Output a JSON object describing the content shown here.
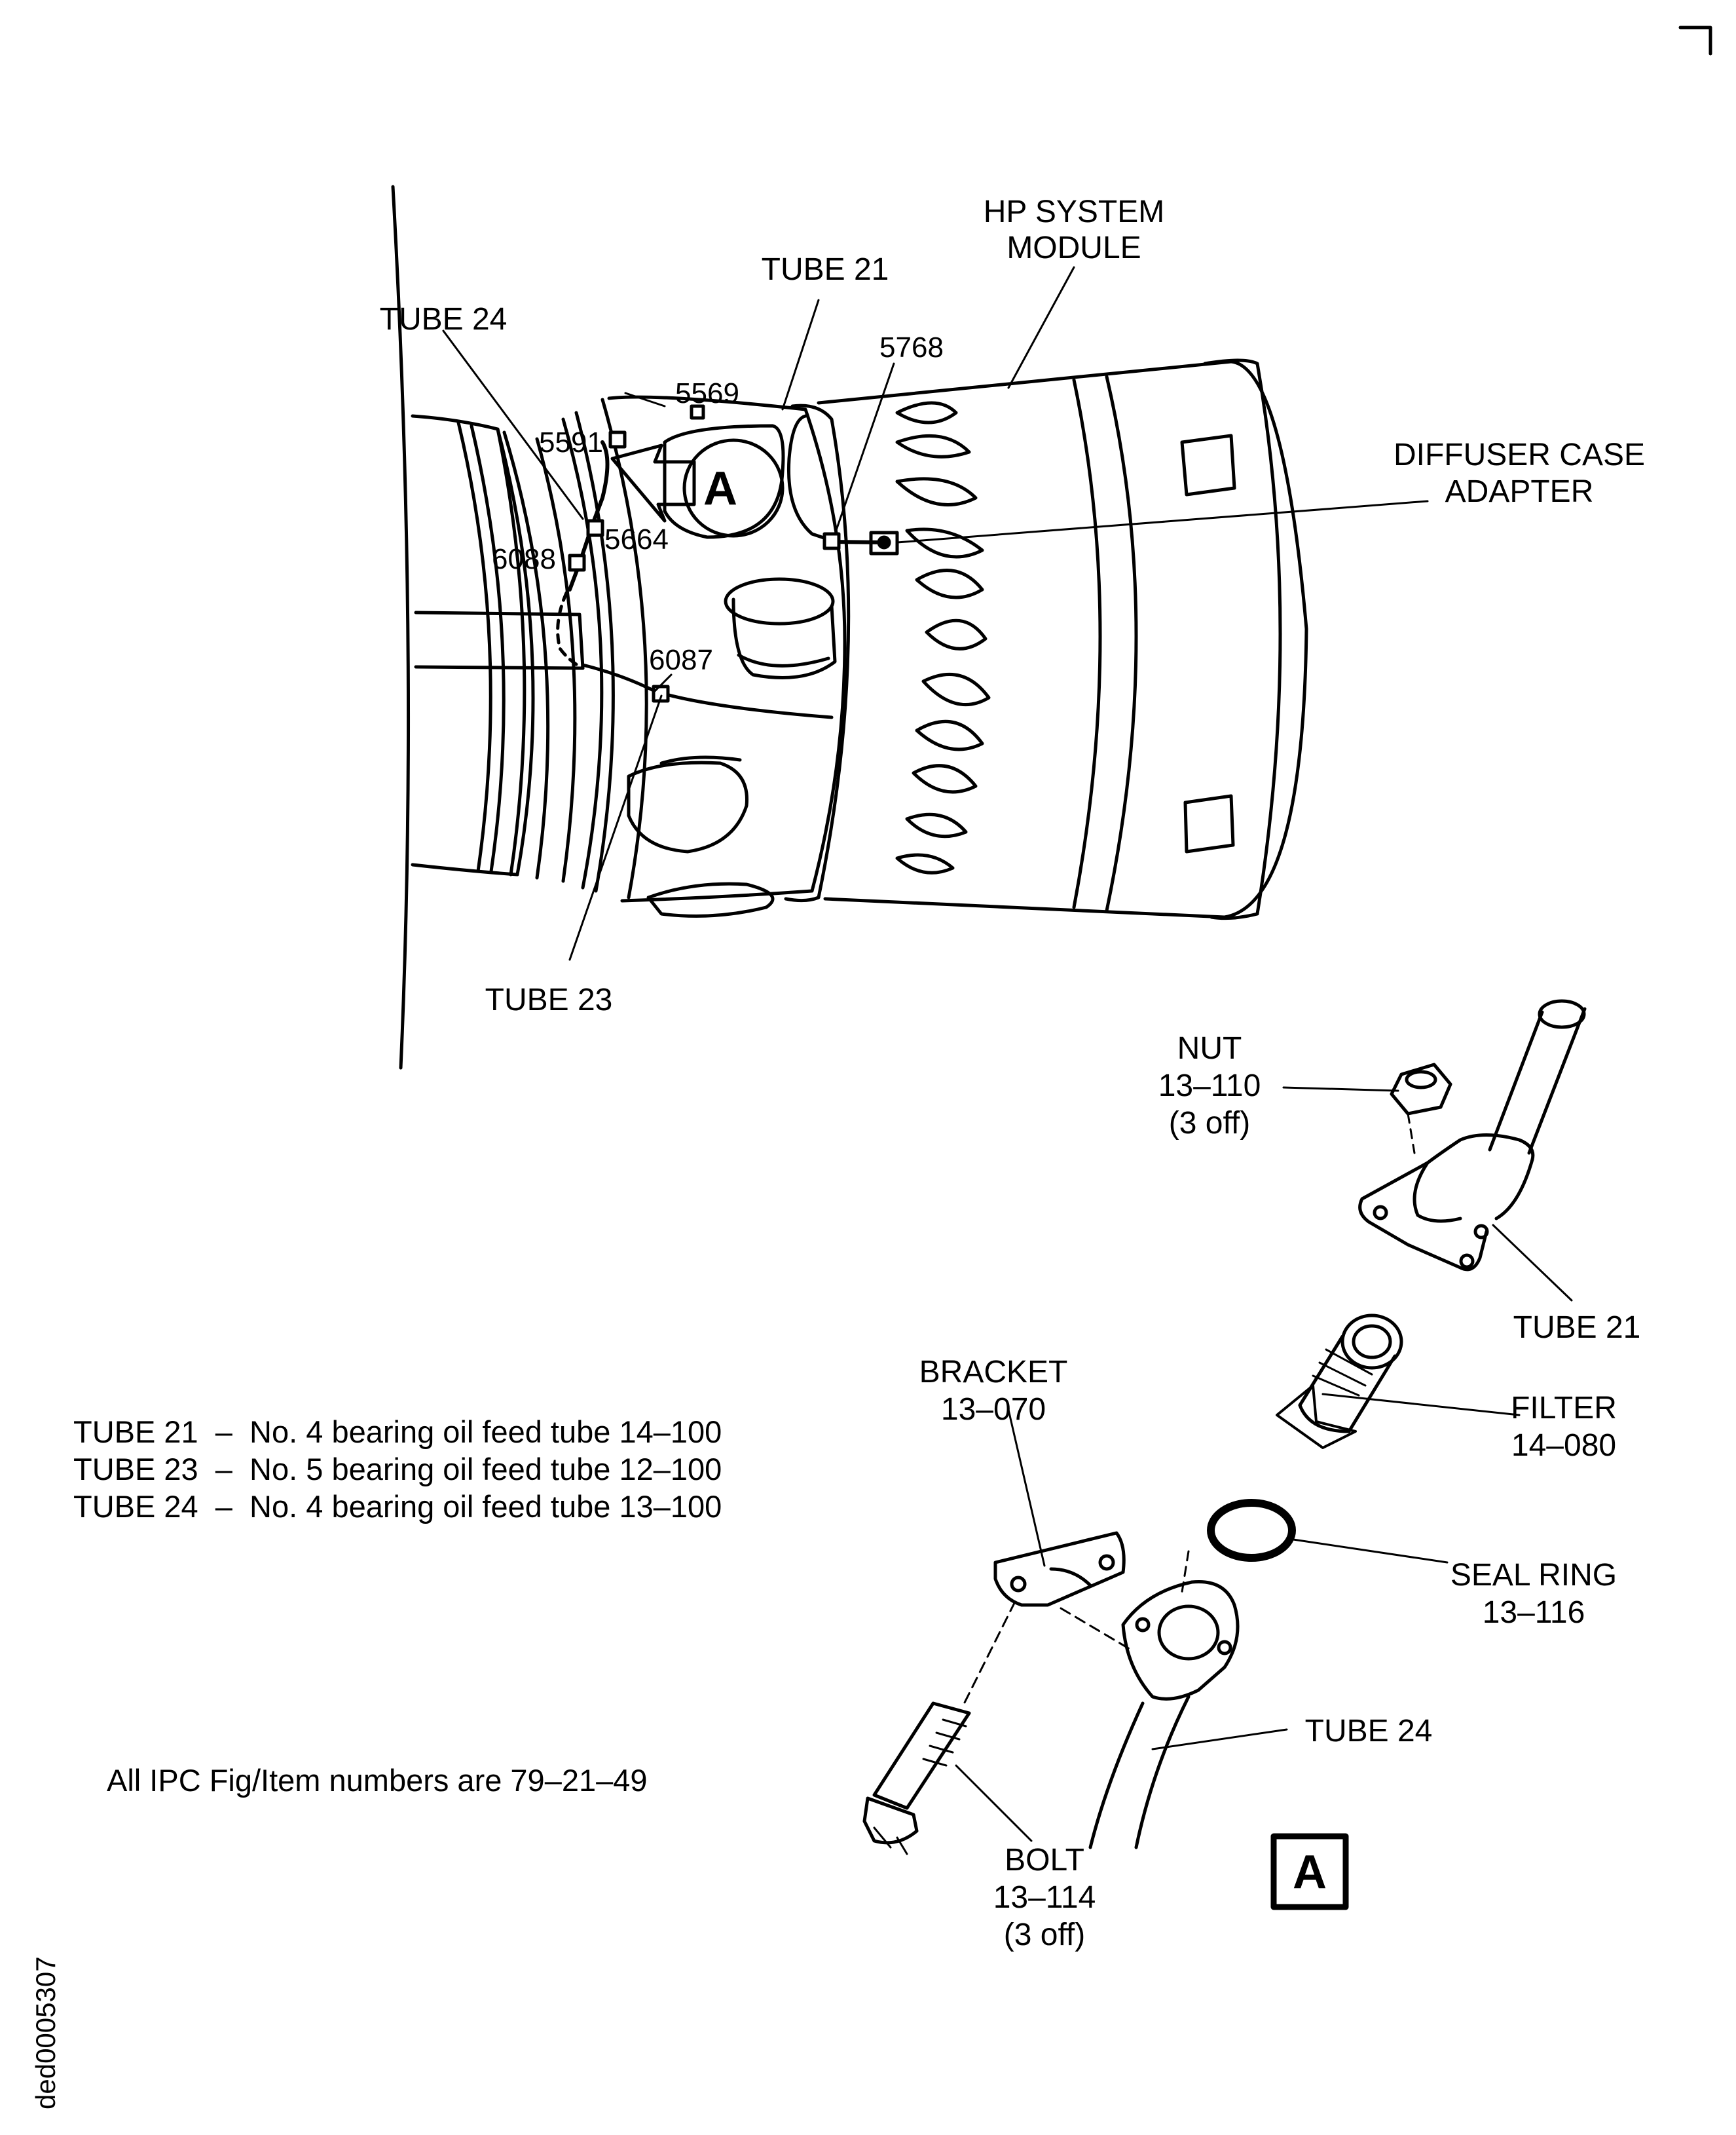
{
  "callouts": {
    "hp_system_module": [
      "HP SYSTEM",
      "MODULE"
    ],
    "tube_21_top": "TUBE 21",
    "tube_24_top": "TUBE 24",
    "tube_23": "TUBE 23",
    "diffuser_case_adapter": [
      "DIFFUSER CASE",
      "ADAPTER"
    ],
    "view_arrow_letter": "A",
    "refs": {
      "r5768": "5768",
      "r5569": "5569",
      "r5591": "5591",
      "r5664": "5664",
      "r6088": "6088",
      "r6087": "6087"
    }
  },
  "detail_a": {
    "nut": [
      "NUT",
      "13–110",
      "(3 off)"
    ],
    "tube_21": "TUBE 21",
    "filter": [
      "FILTER",
      "14–080"
    ],
    "bracket": [
      "BRACKET",
      "13–070"
    ],
    "seal_ring": [
      "SEAL RING",
      "13–116"
    ],
    "tube_24": "TUBE 24",
    "bolt": [
      "BOLT",
      "13–114",
      "(3 off)"
    ],
    "view_box_letter": "A"
  },
  "legend": [
    "TUBE 21  –  No. 4 bearing oil feed tube 14–100",
    "TUBE 23  –  No. 5 bearing oil feed tube 12–100",
    "TUBE 24  –  No. 4 bearing oil feed tube 13–100"
  ],
  "note": "All IPC Fig/Item numbers are 79–21–49",
  "document_id": "ded0005307"
}
